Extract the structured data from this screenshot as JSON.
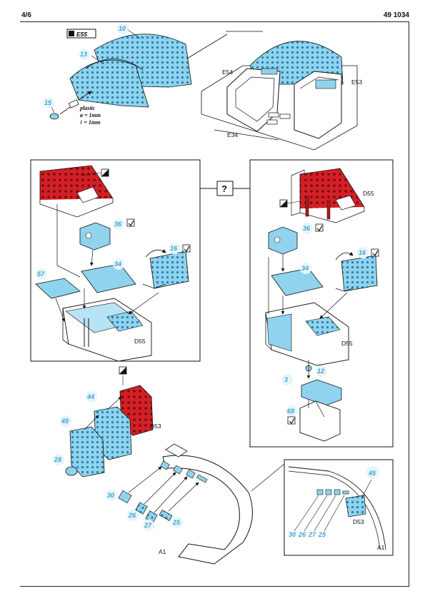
{
  "header": {
    "page_number": "4/6",
    "catalog_number": "49 1034"
  },
  "colors": {
    "photo_etch_blue": "#8fd3ee",
    "paint_red": "#d51f26",
    "line": "#111111",
    "number_blue": "#3aa5cf"
  },
  "icons": [
    "paint-square-icon",
    "fold-check-icon",
    "question-icon",
    "part-bubble-icon"
  ],
  "step1": {
    "ref_label": "E55",
    "parts": [
      "10",
      "13",
      "15"
    ],
    "note": {
      "line1": "plastic",
      "line2": "ø = 1mm",
      "line3": "ℓ = 1mm"
    },
    "assembled_labels": [
      "E54",
      "E53",
      "E34"
    ]
  },
  "question_box": {
    "symbol": "?"
  },
  "left_panel": {
    "parts": [
      "36",
      "16",
      "34",
      "57"
    ],
    "label": "D55"
  },
  "right_panel": {
    "parts": [
      "36",
      "16",
      "34",
      "12",
      "3",
      "68"
    ],
    "labels": [
      "D55",
      "D55"
    ]
  },
  "step3": {
    "parts": [
      "44",
      "45",
      "28"
    ],
    "label": "D53"
  },
  "step4": {
    "parts": [
      "30",
      "26",
      "27",
      "25"
    ],
    "label": "A1"
  },
  "inset": {
    "part": "45",
    "labels": [
      "D53",
      "A1"
    ],
    "callouts": [
      "30",
      "26",
      "27",
      "25"
    ]
  }
}
